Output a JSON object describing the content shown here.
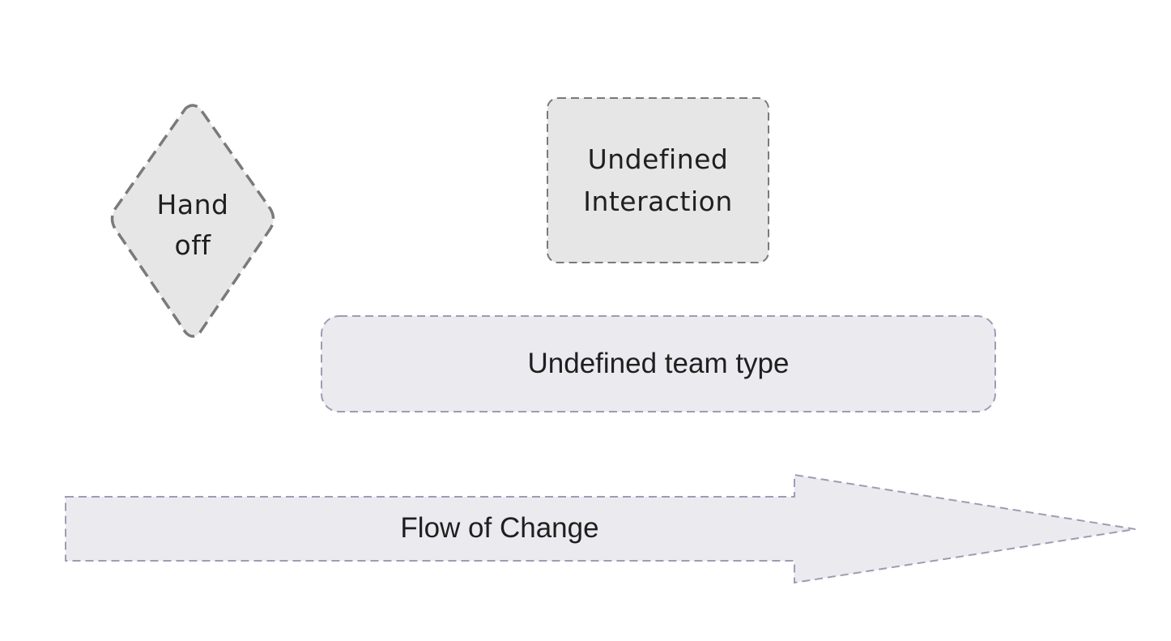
{
  "diagram": {
    "handoff": {
      "line1": "Hand",
      "line2": "off"
    },
    "undefined_interaction": {
      "line1": "Undefined",
      "line2": "Interaction"
    },
    "undefined_team_type": {
      "label": "Undefined team type"
    },
    "flow_of_change": {
      "label": "Flow of Change"
    }
  },
  "colors": {
    "shape_fill_gray": "#e6e6e6",
    "shape_stroke_gray": "#7a7a7a",
    "shape_fill_lavender": "#ebebef",
    "shape_stroke_lavender": "#a09bb4",
    "text": "#1f1f1f"
  }
}
